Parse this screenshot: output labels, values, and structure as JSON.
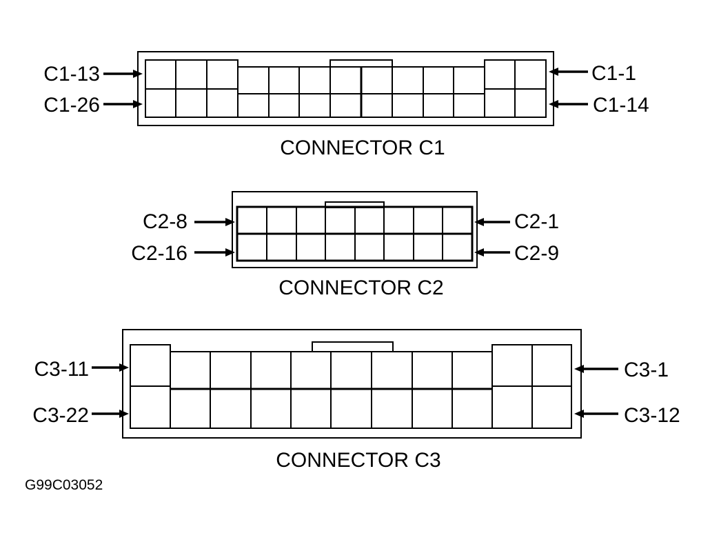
{
  "connectors": [
    {
      "title": "CONNECTOR C1",
      "pins": {
        "top_left": "C1-13",
        "bottom_left": "C1-26",
        "top_right": "C1-1",
        "bottom_right": "C1-14"
      }
    },
    {
      "title": "CONNECTOR C2",
      "pins": {
        "top_left": "C2-8",
        "bottom_left": "C2-16",
        "top_right": "C2-1",
        "bottom_right": "C2-9"
      }
    },
    {
      "title": "CONNECTOR C3",
      "pins": {
        "top_left": "C3-11",
        "bottom_left": "C3-22",
        "top_right": "C3-1",
        "bottom_right": "C3-12"
      }
    }
  ],
  "figure_code": "G99C03052"
}
